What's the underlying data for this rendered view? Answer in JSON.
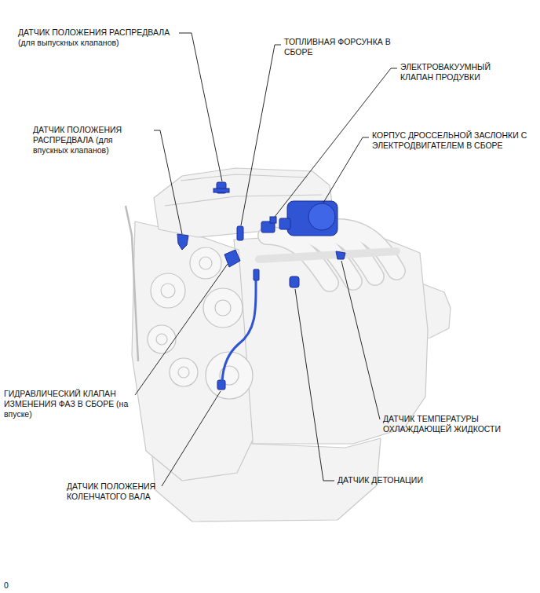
{
  "diagram": {
    "labels": [
      "ДАТЧИК ПОЛОЖЕНИЯ РАСПРЕДВАЛА (для выпускных клапанов)",
      "ТОПЛИВНАЯ ФОРСУНКА В СБОРЕ",
      "ЭЛЕКТРОВАКУУМНЫЙ КЛАПАН ПРОДУВКИ",
      "ДАТЧИК ПОЛОЖЕНИЯ РАСПРЕДВАЛА (для впускных клапанов)",
      "КОРПУС ДРОССЕЛЬНОЙ ЗАСЛОНКИ С ЭЛЕКТРОДВИГАТЕЛЕМ В СБОРЕ",
      "ГИДРАВЛИЧЕСКИЙ КЛАПАН ИЗМЕНЕНИЯ ФАЗ В СБОРЕ (на впуске)",
      "ДАТЧИК ТЕМПЕРАТУРЫ ОХЛАЖДАЮЩЕЙ ЖИДКОСТИ",
      "ДАТЧИК ДЕТОНАЦИИ",
      "ДАТЧИК ПОЛОЖЕНИЯ КОЛЕНЧАТОГО ВАЛА",
      "0"
    ]
  }
}
